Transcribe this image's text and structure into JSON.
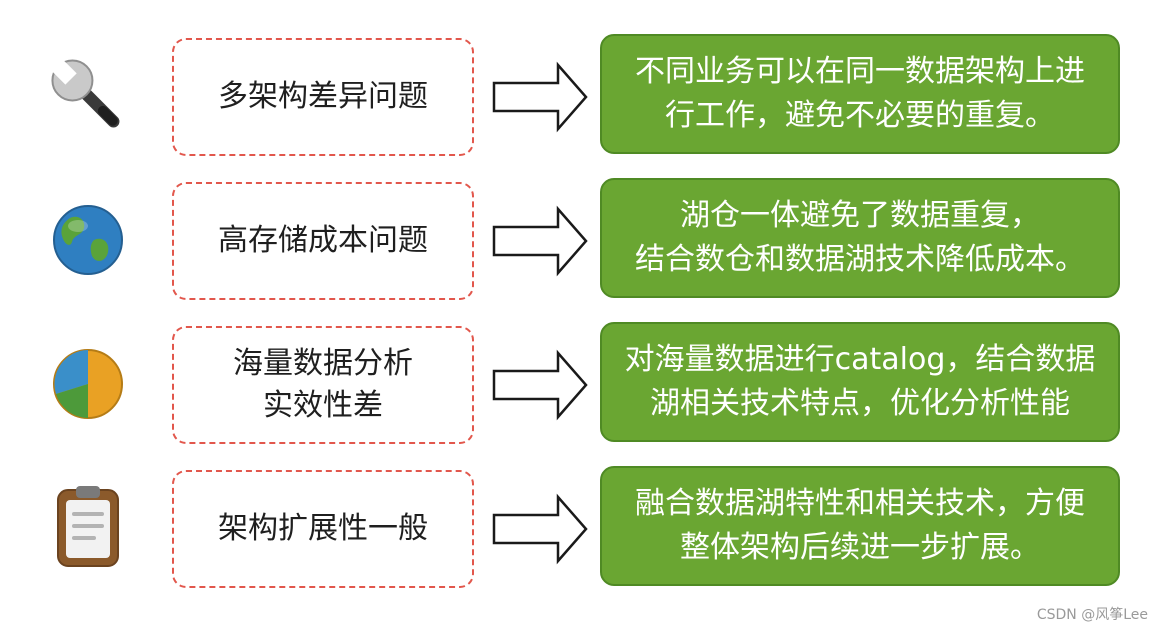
{
  "rows": [
    {
      "icon": "wrench-icon",
      "problem": "多架构差异问题",
      "solution": "不同业务可以在同一数据架构上进\n行工作，避免不必要的重复。"
    },
    {
      "icon": "globe-icon",
      "problem": "高存储成本问题",
      "solution": "湖仓一体避免了数据重复，\n结合数仓和数据湖技术降低成本。"
    },
    {
      "icon": "pie-chart-icon",
      "problem": "海量数据分析\n实效性差",
      "solution": "对海量数据进行catalog，结合数据\n湖相关技术特点，优化分析性能"
    },
    {
      "icon": "clipboard-icon",
      "problem": "架构扩展性一般",
      "solution": "融合数据湖特性和相关技术，方便\n整体架构后续进一步扩展。"
    }
  ],
  "watermark": "CSDN @风筝Lee",
  "colors": {
    "problem_border": "#e2574c",
    "solution_fill": "#6aa632",
    "solution_text": "#ffffff"
  }
}
